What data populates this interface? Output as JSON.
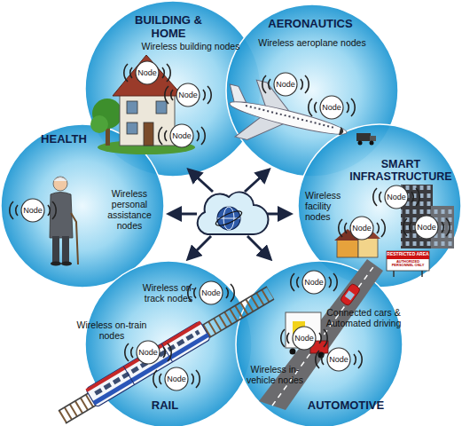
{
  "diagram": {
    "nodes": [
      {
        "text": [
          "BUILDING & HOME",
          "Wireless building nodes"
        ]
      },
      {
        "text": [
          "Node"
        ],
        "in": 0
      },
      {
        "text": [
          "Node"
        ],
        "in": 0
      },
      {
        "text": [
          "Node"
        ],
        "in": 0
      },
      {
        "text": [
          "AERONAUTICS",
          "Wireless aeroplane nodes"
        ]
      },
      {
        "text": [
          "Node"
        ],
        "in": 4
      },
      {
        "text": [
          "Node"
        ],
        "in": 4
      },
      {
        "text": [
          "HEALTH",
          "Wireless personal assistance nodes"
        ]
      },
      {
        "text": [
          "Node"
        ],
        "in": 7
      },
      {
        "text": [
          "SMART INFRASTRUCTURE",
          "Wireless facility nodes"
        ]
      },
      {
        "text": [
          "Node"
        ],
        "in": 9
      },
      {
        "text": [
          "Node"
        ],
        "in": 9
      },
      {
        "text": [
          "Node"
        ],
        "in": 9
      },
      {
        "text": [
          "RAIL",
          "Wireless on-track nodes",
          "Wireless on-train nodes"
        ]
      },
      {
        "text": [
          "Node"
        ],
        "in": 13
      },
      {
        "text": [
          "Node"
        ],
        "in": 13
      },
      {
        "text": [
          "Node"
        ],
        "in": 13
      },
      {
        "text": [
          "AUTOMOTIVE",
          "Connected cars & Automated driving",
          "Wireless in-vehicle nodes"
        ]
      },
      {
        "text": [
          "Node"
        ],
        "in": 17
      },
      {
        "text": [
          "Node"
        ],
        "in": 17
      },
      {
        "text": [
          "Node"
        ],
        "in": 17
      }
    ],
    "labels": [
      "RESTRICTED AREA",
      "AUTHORIZED PERSONNEL ONLY"
    ]
  }
}
